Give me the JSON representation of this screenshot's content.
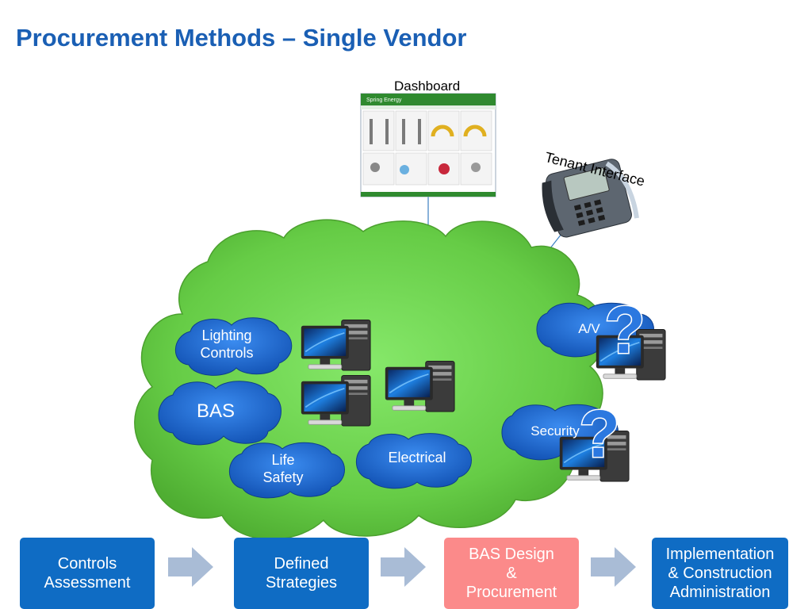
{
  "title": "Procurement Methods – Single Vendor",
  "dashboard": {
    "label": "Dashboard",
    "header": "Spring Energy"
  },
  "phone": {
    "label": "Tenant Interface"
  },
  "systems": {
    "lighting": "Lighting\nControls",
    "bas": "BAS",
    "life_safety": "Life\nSafety",
    "electrical": "Electrical",
    "av": "A/V",
    "security": "Security",
    "unknown_mark": "?"
  },
  "process": [
    {
      "label": "Controls\nAssessment",
      "highlight": false
    },
    {
      "label": "Defined\nStrategies",
      "highlight": false
    },
    {
      "label": "BAS Design\n&\nProcurement",
      "highlight": true
    },
    {
      "label": "Implementation\n& Construction\nAdministration",
      "highlight": false
    }
  ],
  "colors": {
    "title": "#1a5fb4",
    "main_cloud": "#6bd14c",
    "system_cloud": "#1b6ed4",
    "step_box": "#0f6cc4",
    "step_highlight": "#fb8a8a",
    "step_arrow": "#a9bcd6"
  }
}
